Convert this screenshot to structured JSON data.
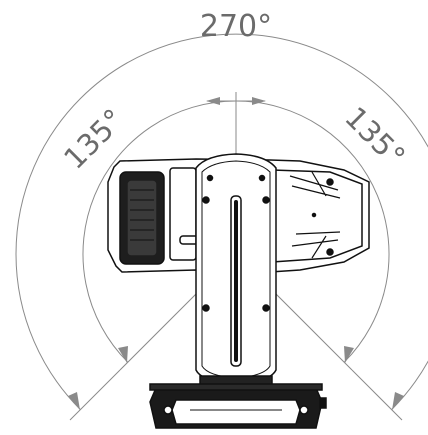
{
  "diagram": {
    "top_angle_label": "270°",
    "left_angle_label": "135°",
    "right_angle_label": "135°"
  },
  "colors": {
    "line": "#111111",
    "dimension": "#8a8a8a",
    "label": "#6b6b6b",
    "background": "#ffffff"
  }
}
